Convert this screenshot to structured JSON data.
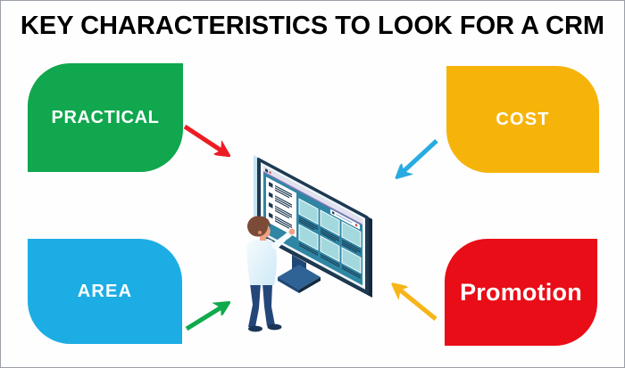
{
  "title": "KEY CHARACTERISTICS TO LOOK FOR A CRM",
  "boxes": [
    {
      "id": "practical",
      "label": "PRACTICAL",
      "color": "#10A74E",
      "corner_style": "rounded-top-left-bottom-right"
    },
    {
      "id": "cost",
      "label": "COST",
      "color": "#F6B40B",
      "corner_style": "rounded-top-right-bottom-left"
    },
    {
      "id": "area",
      "label": "AREA",
      "color": "#1CADE4",
      "corner_style": "rounded-top-right-bottom-left"
    },
    {
      "id": "promotion",
      "label": "Promotion",
      "color": "#E90D17",
      "corner_style": "rounded-top-left-bottom-right"
    }
  ],
  "arrows": [
    {
      "from": "practical",
      "to": "center-illustration",
      "color": "#ED1C24",
      "direction": "down-right"
    },
    {
      "from": "cost",
      "to": "center-illustration",
      "color": "#29ABE2",
      "direction": "down-left"
    },
    {
      "from": "area",
      "to": "center-illustration",
      "color": "#10A94C",
      "direction": "up-right"
    },
    {
      "from": "promotion",
      "to": "center-illustration",
      "color": "#F7B519",
      "direction": "up-left"
    }
  ],
  "illustration": {
    "name": "person-using-large-crm-dashboard-monitor",
    "elements": [
      "isometric-monitor",
      "dashboard-sidebar-list",
      "dashboard-card-grid",
      "monitor-stand",
      "standing-person-touching-screen"
    ]
  },
  "palette": {
    "title_color": "#000000",
    "box_text": "#FFFFFF",
    "monitor_frame": "#1E3A52",
    "monitor_edge_light": "#C9E4F2",
    "monitor_edge_dark": "#14293C",
    "screen_bezel": "#EFF6FA",
    "screen_teal": "#2E86A4",
    "card_teal": "#A3D9DE",
    "topbar_purple": "#8878B8",
    "topbar_grey": "#E3E1EF",
    "stand_blue": "#2F6396",
    "stand_edge": "#1F4877",
    "hair_brown": "#7C4B37",
    "skin": "#F0A183",
    "shirt_light": "#F4FBFE",
    "shirt_shade": "#CFE9F6",
    "pants_navy": "#24477A",
    "shoe_navy": "#1B3557",
    "red_dot": "#D03A3A"
  }
}
